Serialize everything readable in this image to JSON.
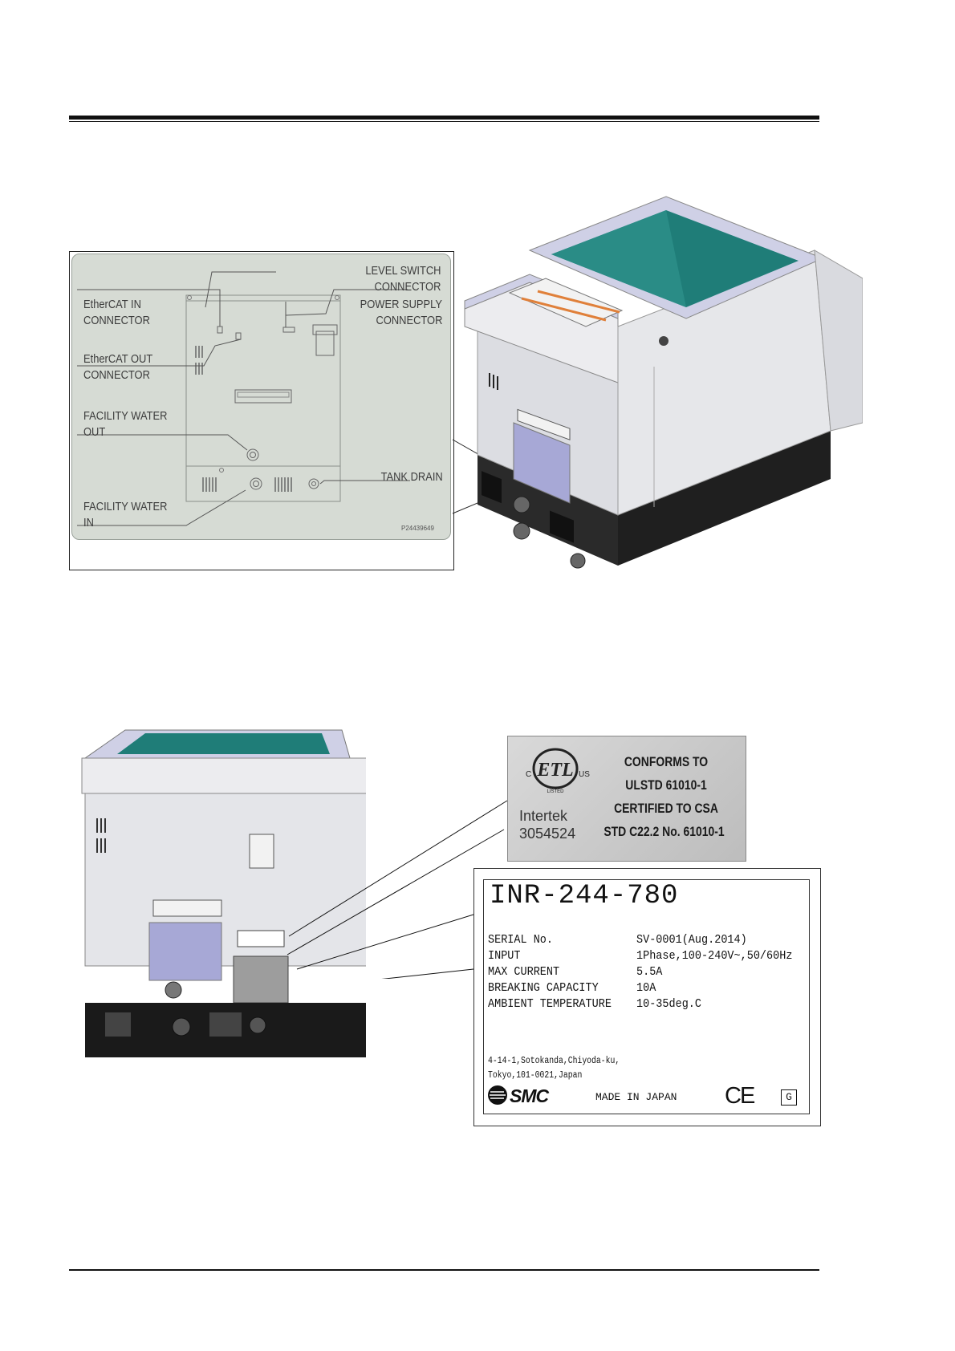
{
  "panel_labels": {
    "level_switch_1": "LEVEL SWITCH",
    "level_switch_2": "CONNECTOR",
    "ethercat_in_1": "EtherCAT IN",
    "ethercat_in_2": "CONNECTOR",
    "power_supply_1": "POWER SUPPLY",
    "power_supply_2": "CONNECTOR",
    "ethercat_out_1": "EtherCAT OUT",
    "ethercat_out_2": "CONNECTOR",
    "facility_water_out_1": "FACILITY WATER",
    "facility_water_out_2": "OUT",
    "tank_drain": "TANK DRAIN",
    "facility_water_in_1": "FACILITY WATER",
    "facility_water_in_2": "IN",
    "part_code": "P24439649"
  },
  "certification": {
    "line1": "CONFORMS TO",
    "line2": "ULSTD 61010-1",
    "line3": "CERTIFIED TO CSA",
    "line4": "STD C22.2 No. 61010-1",
    "agency": "Intertek",
    "number": "3054524",
    "mark": "ETL",
    "left_small": "C",
    "right_small": "US",
    "listed": "LISTED"
  },
  "nameplate": {
    "model": "INR-244-780",
    "rows": [
      {
        "label": "SERIAL No.",
        "value": "SV-0001(Aug.2014)"
      },
      {
        "label": "INPUT",
        "value": "1Phase,100-240V~,50/60Hz"
      },
      {
        "label": "MAX CURRENT",
        "value": "5.5A"
      },
      {
        "label": "BREAKING CAPACITY",
        "value": "10A"
      },
      {
        "label": "AMBIENT TEMPERATURE",
        "value": "10-35deg.C"
      }
    ],
    "address_1": "4-14-1,Sotokanda,Chiyoda-ku,",
    "address_2": "Tokyo,101-0021,Japan",
    "brand": "SMC",
    "made_in": "MADE IN JAPAN",
    "ce_mark": "CE",
    "g_mark": "G"
  },
  "colors": {
    "tank_teal": "#1f7d78",
    "panel_lavender": "#9e9fd0",
    "housing_grey": "#e8e8ea",
    "base_black": "#1a1a1a",
    "label_bg": "#d6dbd4"
  }
}
